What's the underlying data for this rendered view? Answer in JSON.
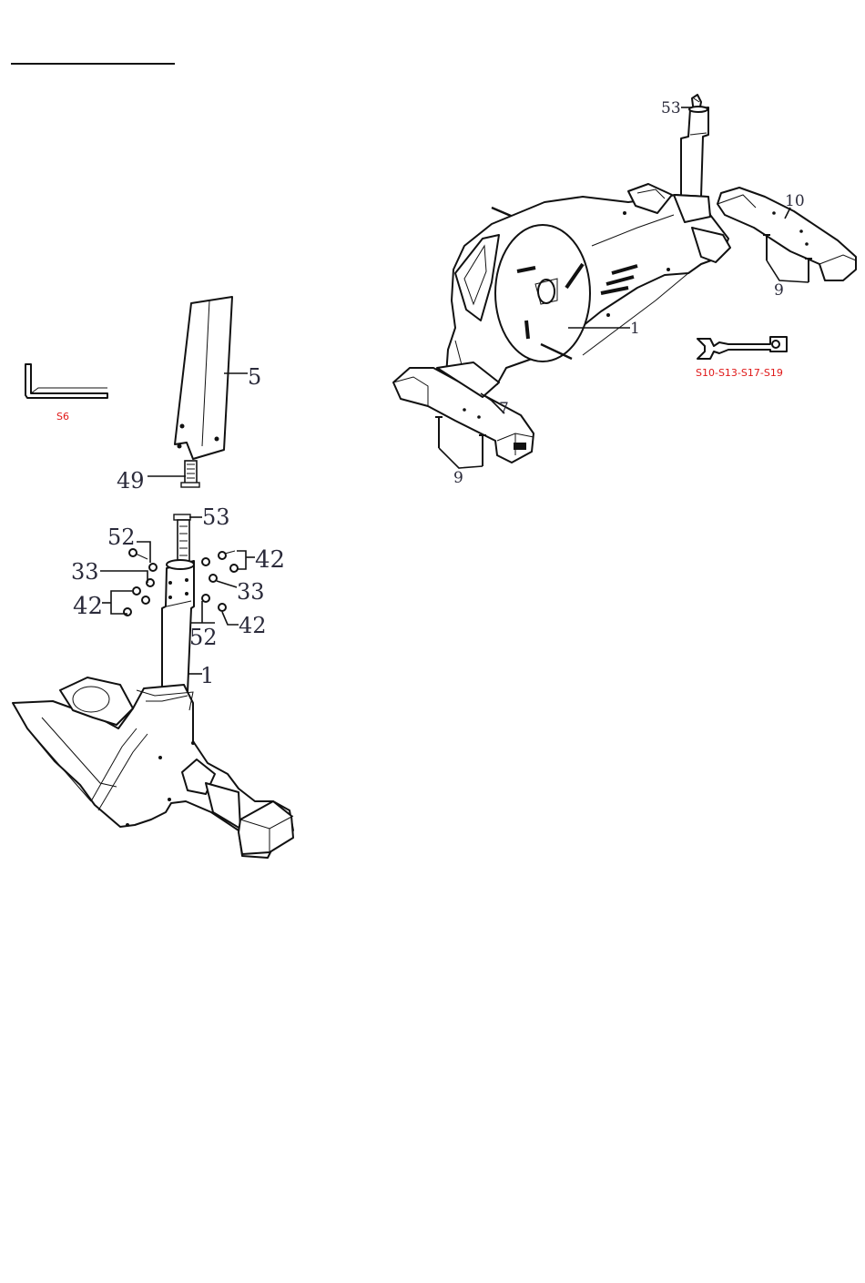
{
  "left_figure": {
    "callouts": {
      "part_5": "5",
      "part_49": "49",
      "part_53": "53",
      "part_52_top": "52",
      "part_42_right": "42",
      "part_33_left": "33",
      "part_33_right": "33",
      "part_42_left": "42",
      "part_52_bottom": "52",
      "part_42_bottom": "42",
      "part_1": "1"
    },
    "tool_label": "S6"
  },
  "right_figure": {
    "callouts": {
      "part_53": "53",
      "part_10": "10",
      "part_9_right": "9",
      "part_1": "1",
      "part_7": "7",
      "part_9_left": "9"
    },
    "tool_label": "S10-S13-S17-S19"
  },
  "colors": {
    "line": "#111111",
    "callout_text": "#2a2a3a",
    "tool_label": "#e01818"
  }
}
